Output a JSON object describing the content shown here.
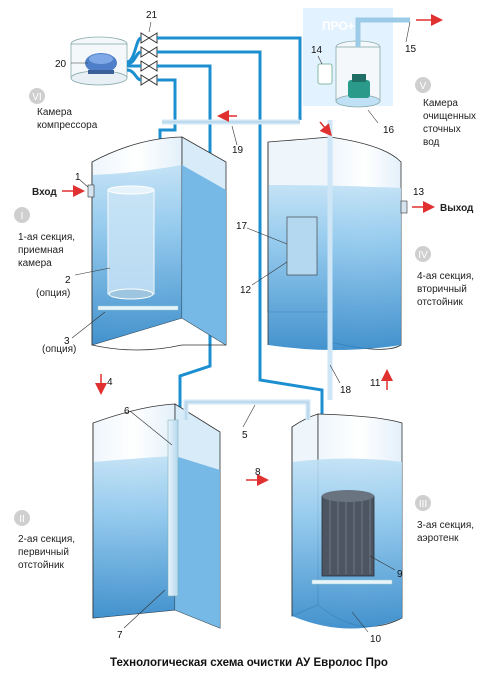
{
  "title": "Технологическая схема очистки АУ Евролос Про",
  "sections": {
    "I": {
      "roman": "I",
      "lines": [
        "1-ая секция,",
        "приемная",
        "камера"
      ]
    },
    "II": {
      "roman": "II",
      "lines": [
        "2-ая секция,",
        "первичный",
        "отстойник"
      ]
    },
    "III": {
      "roman": "III",
      "lines": [
        "3-ая секция,",
        "аэротенк"
      ]
    },
    "IV": {
      "roman": "IV",
      "lines": [
        "4-ая секция,",
        "вторичный",
        "отстойник"
      ]
    },
    "V": {
      "roman": "V",
      "lines": [
        "Камера",
        "очищенных",
        "сточных",
        "вод"
      ]
    },
    "VI": {
      "roman": "VI",
      "lines": [
        "Камера",
        "компрессора"
      ]
    }
  },
  "labels": {
    "inlet": "Вход",
    "outlet": "Выход",
    "pro_badge": "ПРО+",
    "option_2": "(опция)",
    "option_3": "(опция)"
  },
  "callouts": [
    "1",
    "2",
    "3",
    "4",
    "5",
    "6",
    "7",
    "8",
    "9",
    "10",
    "11",
    "12",
    "13",
    "14",
    "15",
    "16",
    "17",
    "18",
    "19",
    "20",
    "21"
  ],
  "colors": {
    "water": "#4aa3dc",
    "water_dark": "#2b7fc1",
    "pipe": "#1c8fd1",
    "arrow": "#e03030",
    "badge_bg": "#dcefff",
    "roman_bg": "#cfcfcf"
  }
}
